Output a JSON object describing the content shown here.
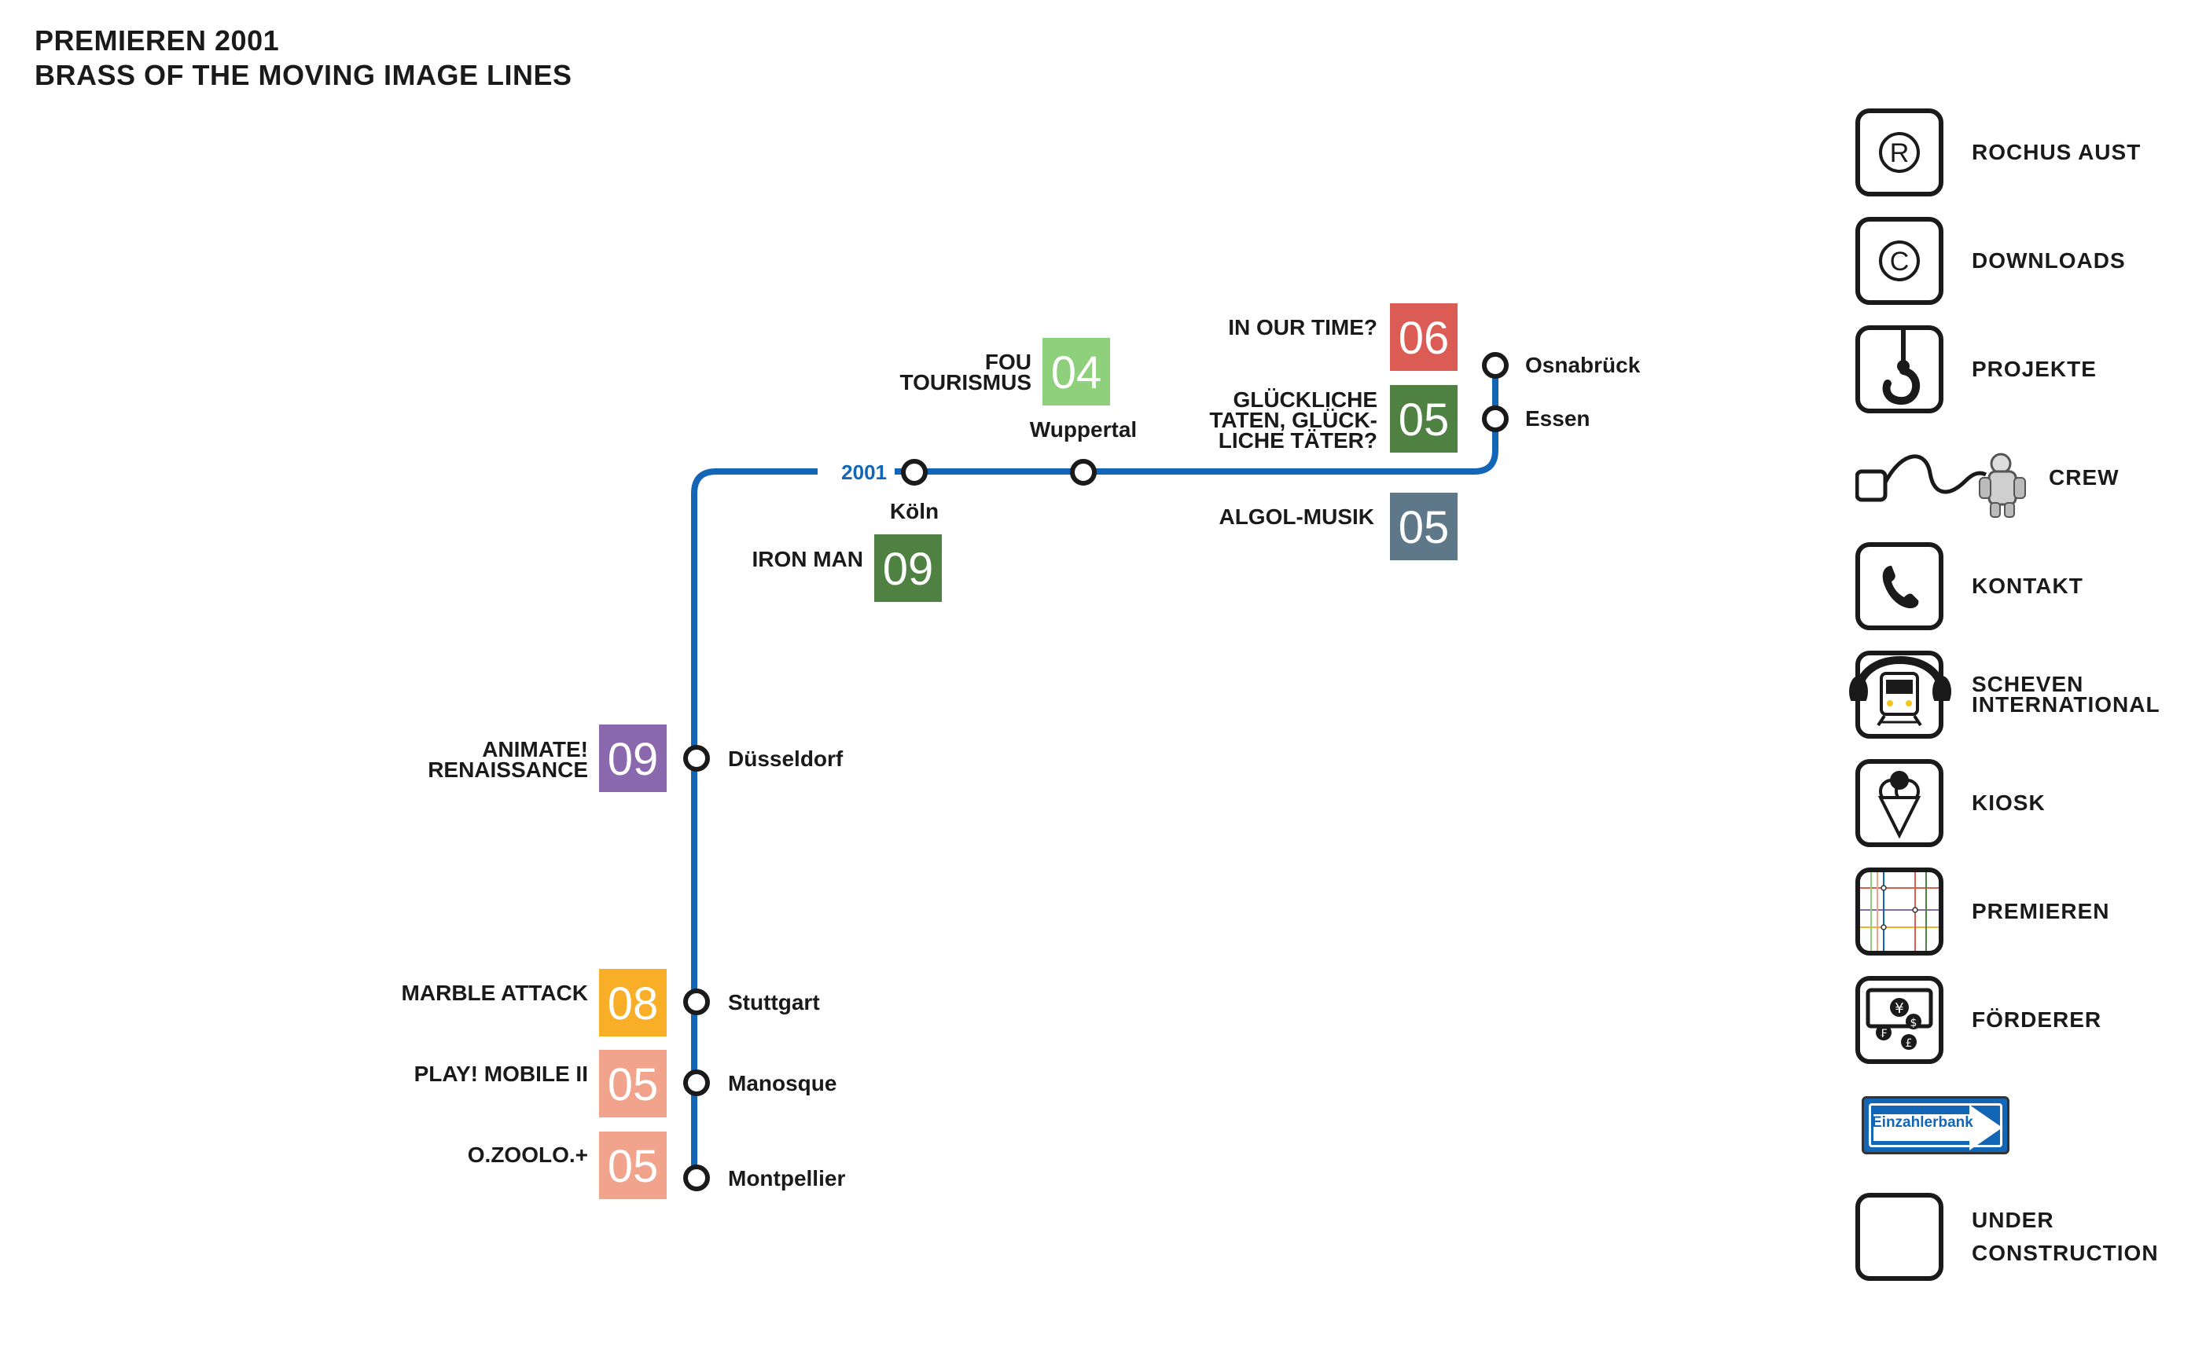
{
  "header": {
    "line1": "PREMIEREN 2001",
    "line2": "BRASS OF THE MOVING IMAGE LINES"
  },
  "colors": {
    "line": "#1266b5",
    "red": "#db5c55",
    "darkgreen": "#4f8142",
    "lightgreen": "#8fd07c",
    "slate": "#5f7889",
    "purple": "#8a68ad",
    "orange": "#f8ae27",
    "salmon": "#f1a38b"
  },
  "line": {
    "year_label": "2001"
  },
  "stations": {
    "osnabrueck": "Osnabrück",
    "essen": "Essen",
    "wuppertal": "Wuppertal",
    "koeln": "Köln",
    "duesseldorf": "Düsseldorf",
    "stuttgart": "Stuttgart",
    "manosque": "Manosque",
    "montpellier": "Montpellier"
  },
  "films": {
    "in_our_time": {
      "title": "IN OUR TIME?",
      "number": "06",
      "color": "red"
    },
    "glueckliche": {
      "title_lines": [
        "GLÜCKLICHE",
        "TATEN, GLÜCK-",
        "LICHE TÄTER?"
      ],
      "number": "05",
      "color": "darkgreen"
    },
    "fou": {
      "title_lines": [
        "FOU",
        "TOURISMUS"
      ],
      "number": "04",
      "color": "lightgreen"
    },
    "algol": {
      "title": "ALGOL-MUSIK",
      "number": "05",
      "color": "slate"
    },
    "iron_man": {
      "title": "IRON MAN",
      "number": "09",
      "color": "darkgreen"
    },
    "animate": {
      "title_lines": [
        "ANIMATE!",
        "RENAISSANCE"
      ],
      "number": "09",
      "color": "purple"
    },
    "marble": {
      "title": "MARBLE ATTACK",
      "number": "08",
      "color": "orange"
    },
    "play_mobile": {
      "title": "PLAY! MOBILE II",
      "number": "05",
      "color": "salmon"
    },
    "ozoolo": {
      "title": "O.ZOOLO.+",
      "number": "05",
      "color": "salmon"
    }
  },
  "menu": {
    "rochus": {
      "label": "ROCHUS AUST",
      "icon": "registered-icon",
      "glyph": "®"
    },
    "downloads": {
      "label": "DOWNLOADS",
      "icon": "copyright-icon",
      "glyph": "©"
    },
    "projekte": {
      "label": "PROJEKTE",
      "icon": "hook-icon"
    },
    "crew": {
      "label": "CREW",
      "icon": "astronaut-icon"
    },
    "kontakt": {
      "label": "KONTAKT",
      "icon": "phone-icon",
      "glyph": "✆"
    },
    "scheven": {
      "label": "SCHEVEN\nINTERNATIONAL",
      "icon": "train-headphones-icon"
    },
    "kiosk": {
      "label": "KIOSK",
      "icon": "ice-cream-icon"
    },
    "premieren": {
      "label": "PREMIEREN",
      "icon": "subway-map-icon"
    },
    "foerderer": {
      "label": "FÖRDERER",
      "icon": "currency-icon",
      "glyphs": [
        "¥",
        "$",
        "₣",
        "£"
      ]
    },
    "einzahlerbank": {
      "label": "Einzahlerbank",
      "icon": "one-way-sign-icon"
    },
    "under_construction": {
      "label": "UNDER\nCONSTRUCTION",
      "icon": "empty-box-icon"
    }
  }
}
